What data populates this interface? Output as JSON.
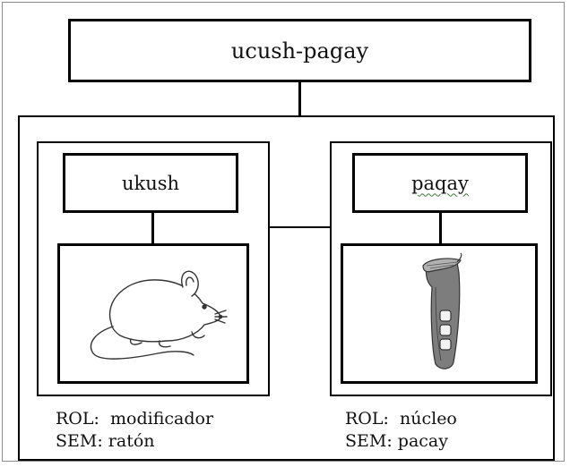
{
  "compound": {
    "word": "ucush-pagay"
  },
  "left": {
    "word": "ukush",
    "image_icon": "mouse-icon",
    "role_label": "ROL:",
    "role_value": "modificador",
    "sem_label": "SEM:",
    "sem_value": "ratón"
  },
  "right": {
    "word": "paqay",
    "image_icon": "pacay-pod-icon",
    "role_label": "ROL:",
    "role_value": "núcleo",
    "sem_label": "SEM:",
    "sem_value": "pacay"
  }
}
